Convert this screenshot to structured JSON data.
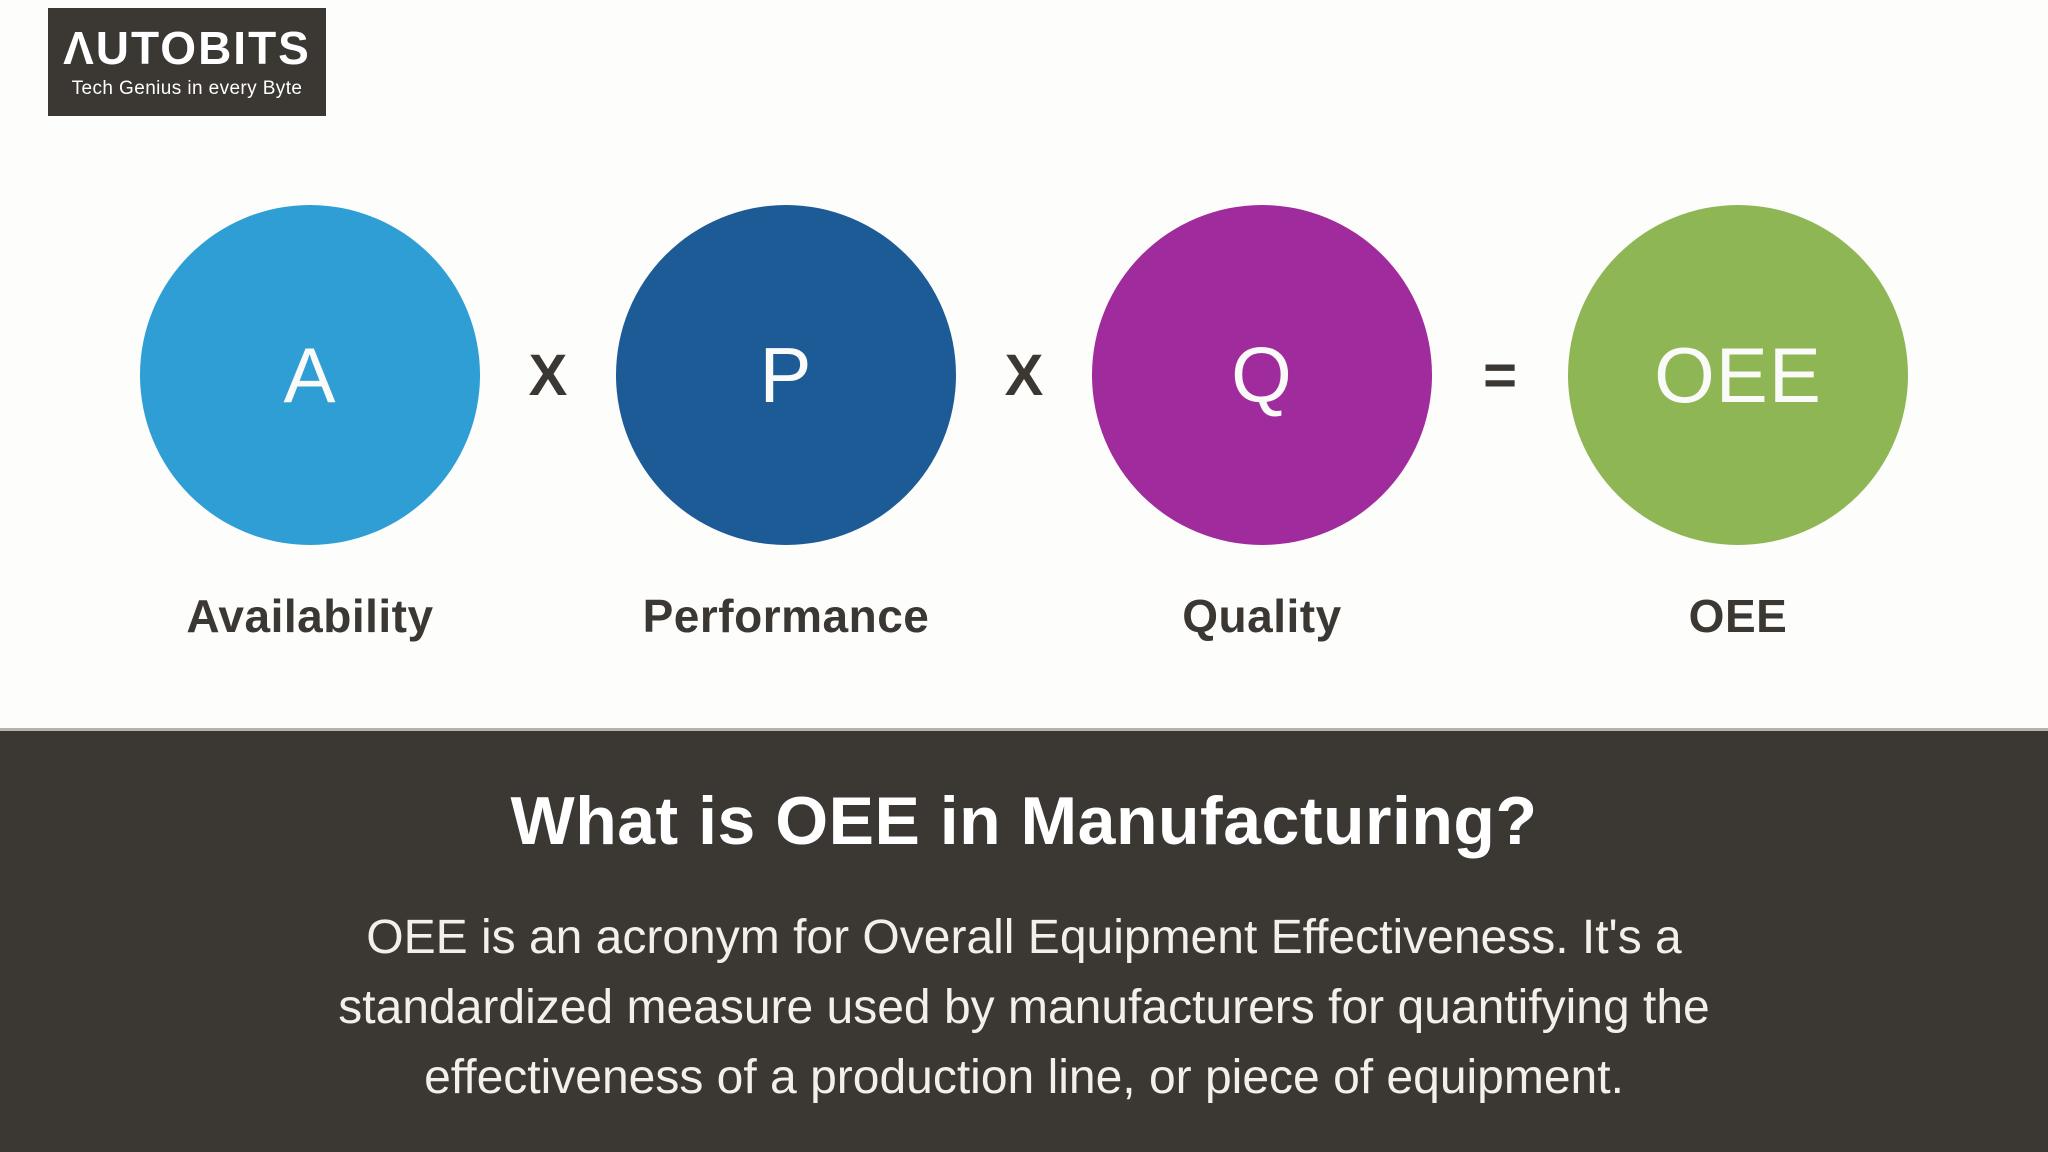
{
  "logo": {
    "brand": "ΛUTOBITS",
    "tagline": "Tech Genius in every Byte"
  },
  "formula": {
    "factors": [
      {
        "letter": "A",
        "label": "Availability",
        "color": "#2e9ed5"
      },
      {
        "letter": "P",
        "label": "Performance",
        "color": "#1d5b97"
      },
      {
        "letter": "Q",
        "label": "Quality",
        "color": "#a02b9d"
      },
      {
        "letter": "OEE",
        "label": "OEE",
        "color": "#8eb654"
      }
    ],
    "operators": [
      "X",
      "X",
      "="
    ]
  },
  "info": {
    "heading": "What is OEE in Manufacturing?",
    "body_lines": [
      "OEE is an acronym for Overall Equipment Effectiveness. It's a",
      "standardized measure used by manufacturers for quantifying the",
      "effectiveness of a production line, or piece of equipment."
    ]
  },
  "colors": {
    "panel_dark": "#3b3733",
    "background": "#fdfdfc",
    "text_dark": "#3b3733",
    "text_light": "#f3f0ea",
    "divider": "#b7b2aa",
    "circle_text": "#fafaf8"
  }
}
